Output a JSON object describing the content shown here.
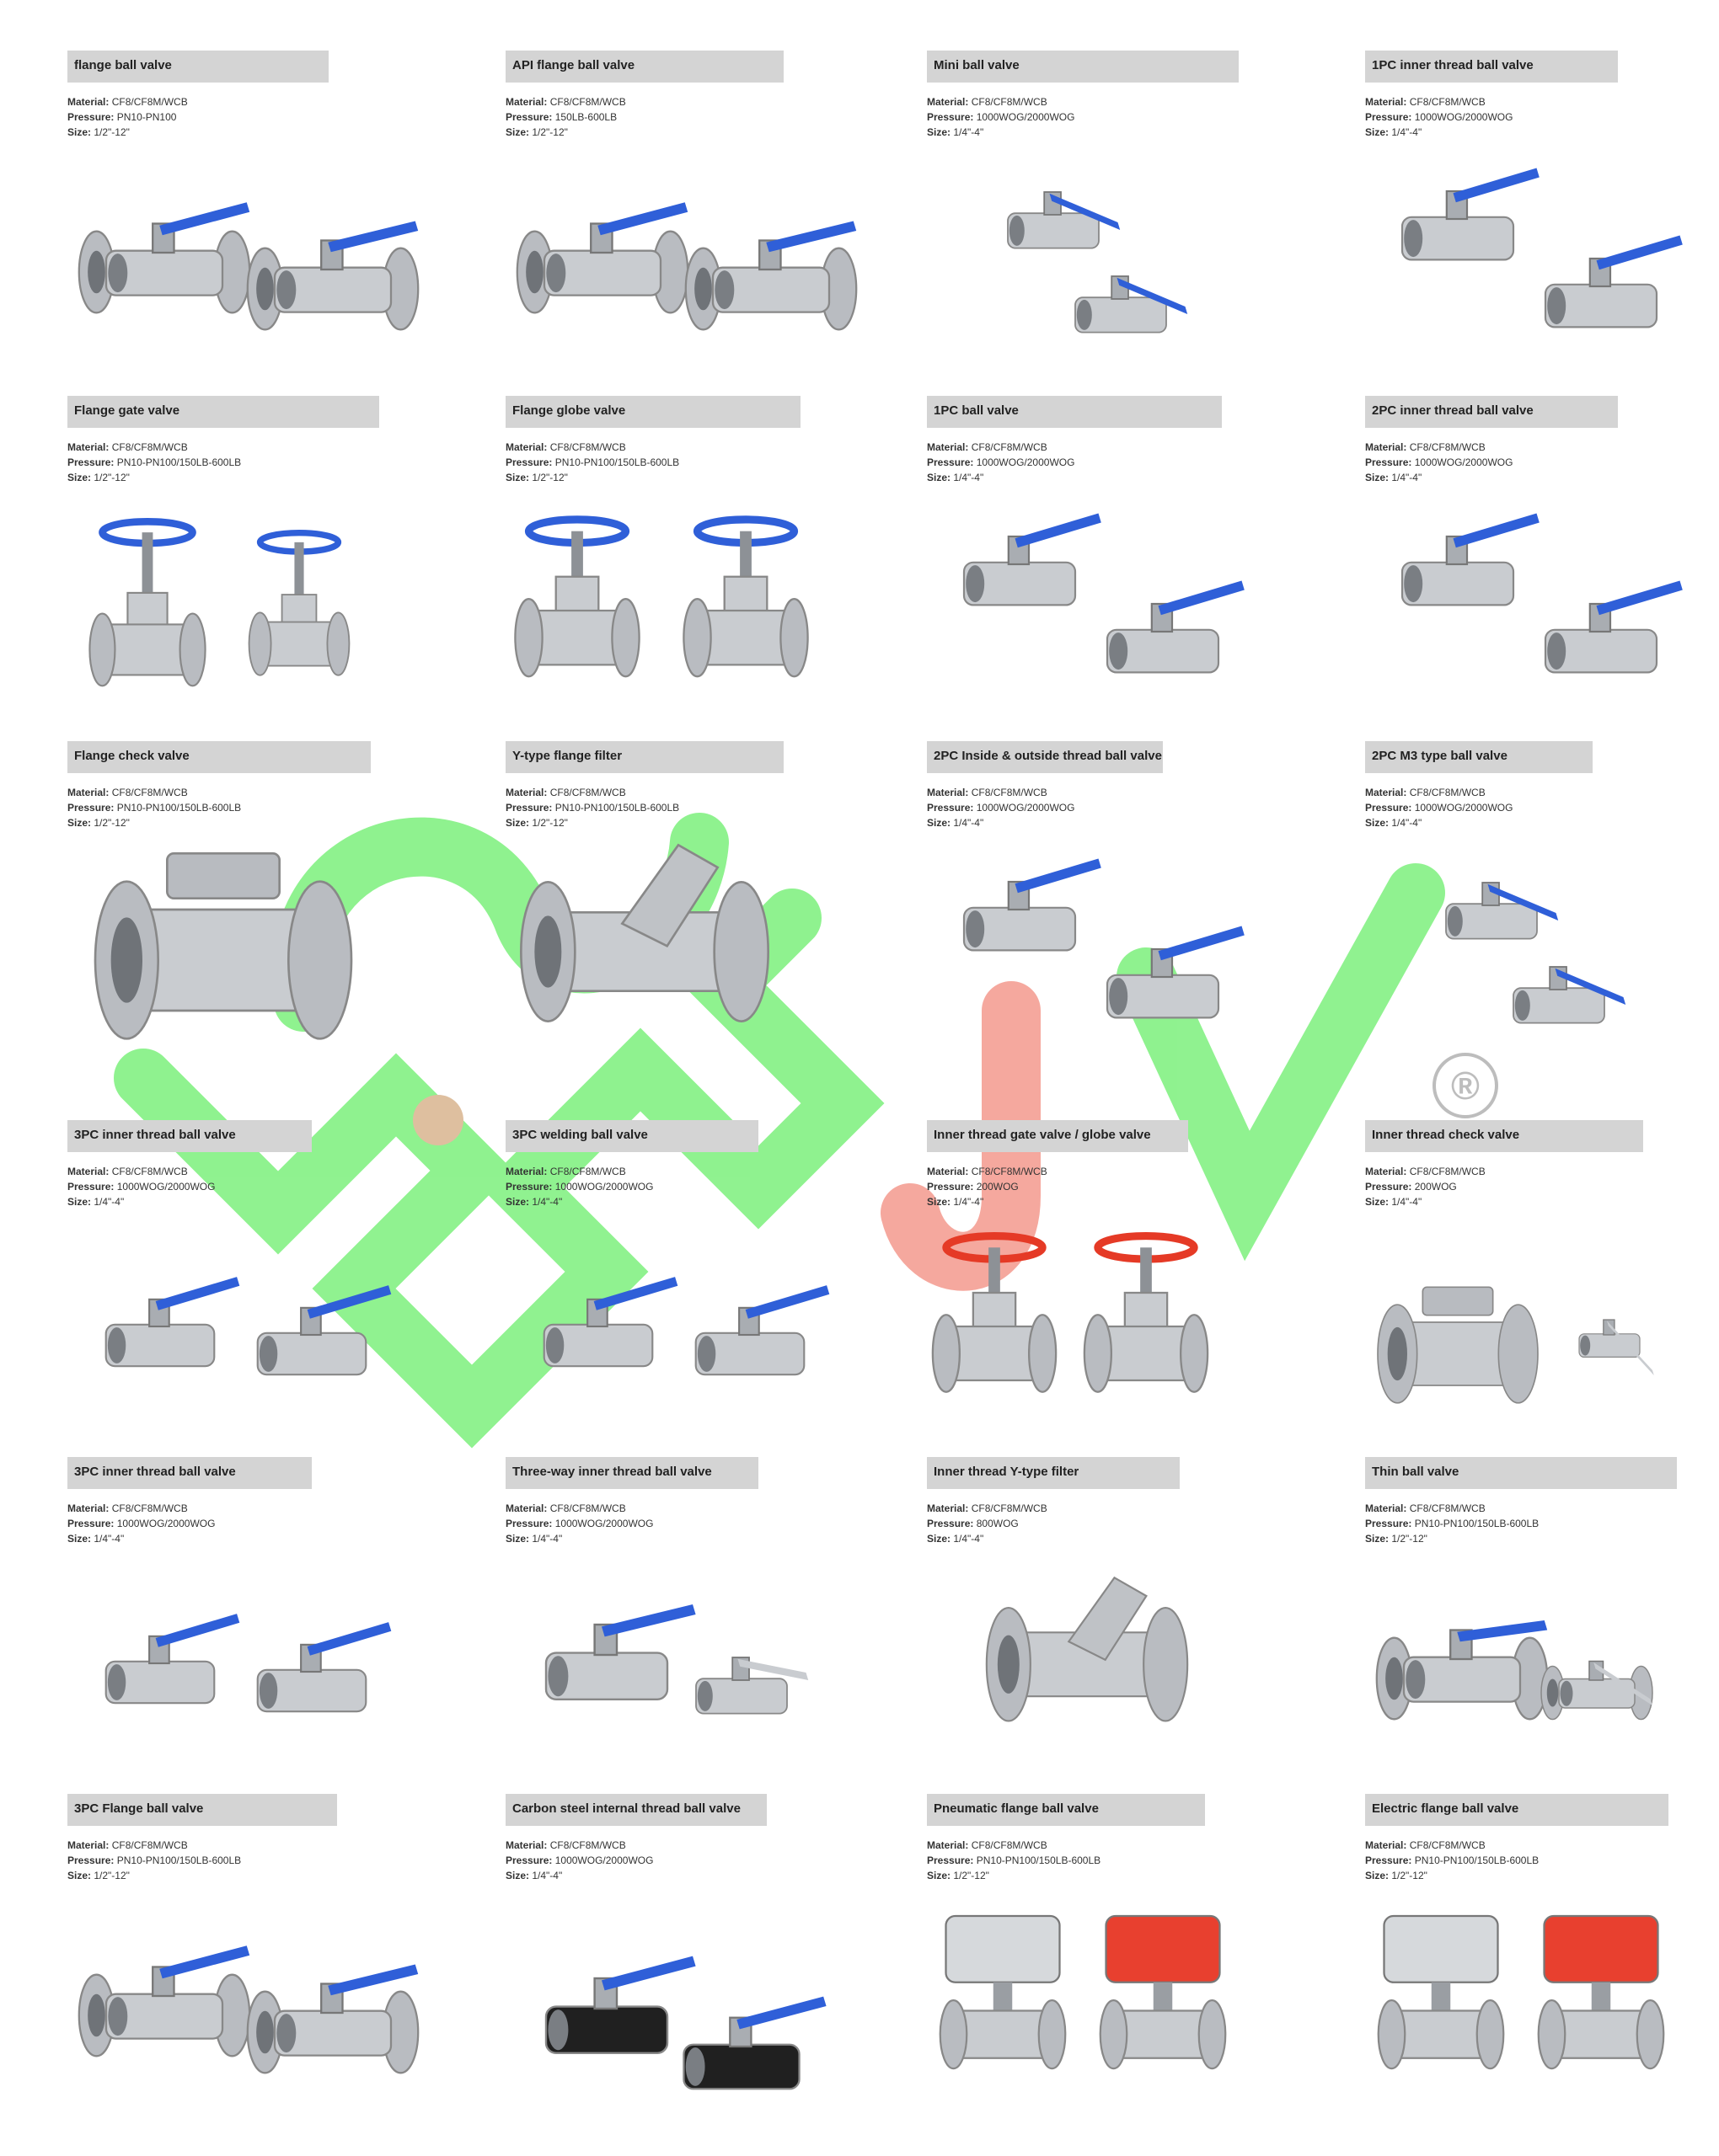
{
  "labels": {
    "material": "Material:",
    "pressure": "Pressure:",
    "size": "Size:"
  },
  "products": [
    {
      "title": "flange ball valve",
      "material": "CF8/CF8M/WCB",
      "pressure": "PN10-PN100",
      "size": "1/2\"-12\"",
      "icon": "flange-ball-valve-icon"
    },
    {
      "title": "API flange ball valve",
      "material": "CF8/CF8M/WCB",
      "pressure": "150LB-600LB",
      "size": "1/2\"-12\"",
      "icon": "flange-ball-valve-icon"
    },
    {
      "title": "Mini ball valve",
      "material": "CF8/CF8M/WCB",
      "pressure": "1000WOG/2000WOG",
      "size": "1/4\"-4\"",
      "icon": "mini-ball-valve-icon"
    },
    {
      "title": "1PC inner thread ball valve",
      "material": "CF8/CF8M/WCB",
      "pressure": "1000WOG/2000WOG",
      "size": "1/4\"-4\"",
      "icon": "thread-ball-valve-icon"
    },
    {
      "title": "Flange gate valve",
      "material": "CF8/CF8M/WCB",
      "pressure": "PN10-PN100/150LB-600LB",
      "size": "1/2\"-12\"",
      "icon": "gate-valve-icon"
    },
    {
      "title": "Flange globe valve",
      "material": "CF8/CF8M/WCB",
      "pressure": "PN10-PN100/150LB-600LB",
      "size": "1/2\"-12\"",
      "icon": "globe-valve-icon"
    },
    {
      "title": "1PC ball valve",
      "material": "CF8/CF8M/WCB",
      "pressure": "1000WOG/2000WOG",
      "size": "1/4\"-4\"",
      "icon": "thread-ball-valve-icon"
    },
    {
      "title": "2PC inner thread ball valve",
      "material": "CF8/CF8M/WCB",
      "pressure": "1000WOG/2000WOG",
      "size": "1/4\"-4\"",
      "icon": "thread-ball-valve-icon"
    },
    {
      "title": "Flange check valve",
      "material": "CF8/CF8M/WCB",
      "pressure": "PN10-PN100/150LB-600LB",
      "size": "1/2\"-12\"",
      "icon": "check-valve-icon"
    },
    {
      "title": "Y-type flange filter",
      "material": "CF8/CF8M/WCB",
      "pressure": "PN10-PN100/150LB-600LB",
      "size": "1/2\"-12\"",
      "icon": "y-filter-icon"
    },
    {
      "title": "2PC Inside & outside thread ball valve",
      "material": "CF8/CF8M/WCB",
      "pressure": "1000WOG/2000WOG",
      "size": "1/4\"-4\"",
      "icon": "thread-ball-valve-icon"
    },
    {
      "title": "2PC M3 type ball valve",
      "material": "CF8/CF8M/WCB",
      "pressure": "1000WOG/2000WOG",
      "size": "1/4\"-4\"",
      "icon": "mini-ball-valve-icon"
    },
    {
      "title": "3PC inner thread ball valve",
      "material": "CF8/CF8M/WCB",
      "pressure": "1000WOG/2000WOG",
      "size": "1/4\"-4\"",
      "icon": "three-piece-ball-valve-icon"
    },
    {
      "title": "3PC welding ball valve",
      "material": "CF8/CF8M/WCB",
      "pressure": "1000WOG/2000WOG",
      "size": "1/4\"-4\"",
      "icon": "three-piece-ball-valve-icon"
    },
    {
      "title": "Inner thread gate valve / globe valve",
      "material": "CF8/CF8M/WCB",
      "pressure": "200WOG",
      "size": "1/4\"-4\"",
      "icon": "handwheel-thread-valve-icon"
    },
    {
      "title": "Inner thread check valve",
      "material": "CF8/CF8M/WCB",
      "pressure": "200WOG",
      "size": "1/4\"-4\"",
      "icon": "thread-check-valve-icon"
    },
    {
      "title": "3PC inner thread ball valve",
      "material": "CF8/CF8M/WCB",
      "pressure": "1000WOG/2000WOG",
      "size": "1/4\"-4\"",
      "icon": "three-piece-ball-valve-icon"
    },
    {
      "title": "Three-way inner thread ball valve",
      "material": "CF8/CF8M/WCB",
      "pressure": "1000WOG/2000WOG",
      "size": "1/4\"-4\"",
      "icon": "three-way-ball-valve-icon"
    },
    {
      "title": "Inner thread Y-type filter",
      "material": "CF8/CF8M/WCB",
      "pressure": "800WOG",
      "size": "1/4\"-4\"",
      "icon": "y-filter-icon"
    },
    {
      "title": "Thin ball valve",
      "material": "CF8/CF8M/WCB",
      "pressure": "PN10-PN100/150LB-600LB",
      "size": "1/2\"-12\"",
      "icon": "wafer-ball-valve-icon"
    },
    {
      "title": "3PC Flange ball valve",
      "material": "CF8/CF8M/WCB",
      "pressure": "PN10-PN100/150LB-600LB",
      "size": "1/2\"-12\"",
      "icon": "flange-ball-valve-icon"
    },
    {
      "title": "Carbon steel internal thread ball valve",
      "material": "CF8/CF8M/WCB",
      "pressure": "1000WOG/2000WOG",
      "size": "1/4\"-4\"",
      "icon": "carbon-steel-ball-valve-icon"
    },
    {
      "title": "Pneumatic flange ball valve",
      "material": "CF8/CF8M/WCB",
      "pressure": "PN10-PN100/150LB-600LB",
      "size": "1/2\"-12\"",
      "icon": "pneumatic-actuator-valve-icon"
    },
    {
      "title": "Electric flange ball valve",
      "material": "CF8/CF8M/WCB",
      "pressure": "PN10-PN100/150LB-600LB",
      "size": "1/2\"-12\"",
      "icon": "electric-actuator-valve-icon"
    }
  ],
  "watermark": {
    "brand": "SJV",
    "registered_mark": "®",
    "colors": {
      "primary": "#7CF07C",
      "accent": "#F49A8E",
      "dot": "#D9B48F"
    }
  },
  "colors": {
    "steel": "#c9ccd0",
    "handle": "#2f5fd8",
    "handwheel_red": "#e53a26",
    "carbon": "#202020",
    "actuator_red": "#e8402f",
    "actuator_grey": "#d6d9dc"
  }
}
